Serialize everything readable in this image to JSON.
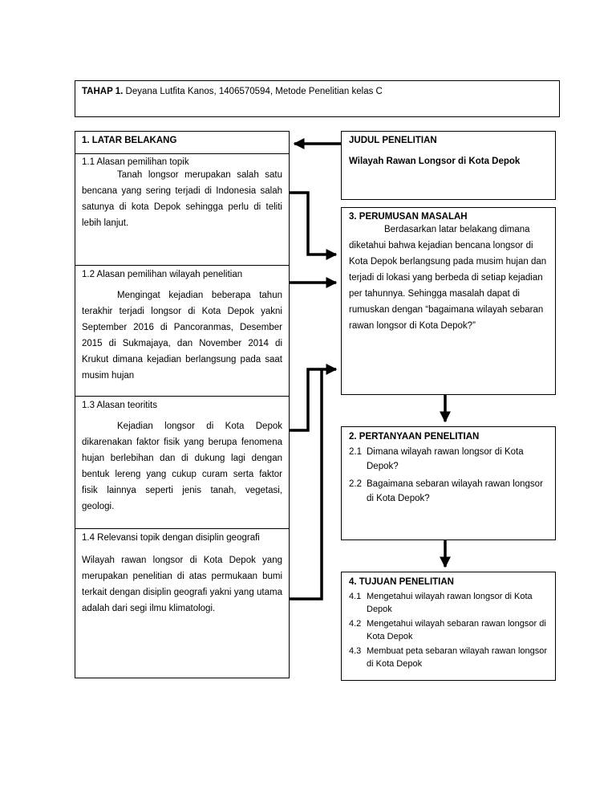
{
  "header": {
    "bold": "TAHAP 1.",
    "text": " Deyana Lutfita Kanos, 1406570594, Metode Penelitian kelas C"
  },
  "latar": {
    "title": "1.  LATAR BELAKANG",
    "s1_title": "1.1  Alasan pemilihan topik",
    "s1_body": "Tanah longsor merupakan salah satu bencana yang sering terjadi di Indonesia salah satunya di kota Depok sehingga perlu di teliti lebih lanjut.",
    "s2_title": "1.2 Alasan pemilihan wilayah penelitian",
    "s2_body": "Mengingat kejadian beberapa tahun terakhir terjadi longsor di Kota Depok yakni September 2016 di Pancoranmas, Desember 2015 di Sukmajaya, dan November 2014 di Krukut dimana kejadian berlangsung pada saat musim hujan",
    "s3_title": "1.3 Alasan teoritits",
    "s3_body": "Kejadian longsor di Kota Depok dikarenakan faktor fisik yang berupa fenomena hujan berlebihan dan di dukung lagi dengan bentuk lereng yang cukup curam serta faktor fisik lainnya seperti jenis tanah, vegetasi, geologi.",
    "s4_title": "1.4  Relevansi topik dengan disiplin geografi",
    "s4_body": "Wilayah rawan longsor di Kota Depok yang merupakan penelitian di atas permukaan bumi terkait dengan disiplin geografi yakni yang utama adalah dari segi ilmu klimatologi."
  },
  "judul": {
    "title": "JUDUL PENELITIAN",
    "text": "Wilayah Rawan Longsor di Kota Depok"
  },
  "perumusan": {
    "title": "3.  PERUMUSAN MASALAH",
    "body": "Berdasarkan latar belakang dimana diketahui bahwa kejadian bencana longsor di Kota Depok berlangsung pada musim hujan dan terjadi di lokasi yang berbeda di setiap kejadian per tahunnya. Sehingga masalah dapat di rumuskan dengan “bagaimana wilayah sebaran rawan longsor di Kota Depok?”"
  },
  "pertanyaan": {
    "title": "2.  PERTANYAAN PENELITIAN",
    "items": [
      {
        "num": "2.1",
        "text": "Dimana wilayah rawan longsor di Kota Depok?"
      },
      {
        "num": "2.2",
        "text": "Bagaimana sebaran wilayah rawan longsor di Kota Depok?"
      }
    ]
  },
  "tujuan": {
    "title": "4.  TUJUAN PENELITIAN",
    "items": [
      {
        "num": "4.1",
        "text": "Mengetahui wilayah rawan longsor di Kota Depok"
      },
      {
        "num": "4.2",
        "text": "Mengetahui wilayah sebaran rawan longsor di Kota Depok"
      },
      {
        "num": "4.3",
        "text": "Membuat peta sebaran wilayah rawan longsor di Kota Depok"
      }
    ]
  }
}
